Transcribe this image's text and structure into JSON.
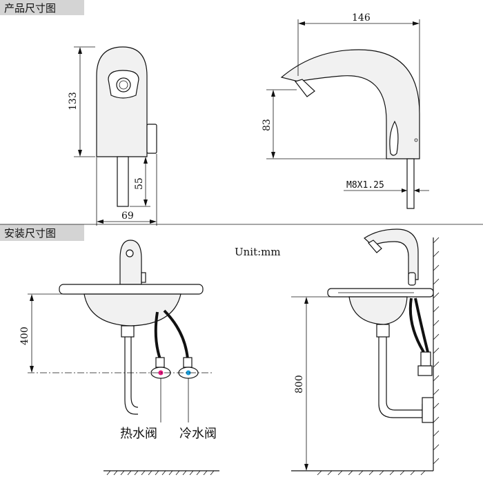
{
  "sections": {
    "product_dimensions": "产品尺寸图",
    "installation_dimensions": "安装尺寸图"
  },
  "dimensions": {
    "height_total": "133",
    "depth": "69",
    "shank_length": "55",
    "spout_reach": "146",
    "spout_height": "83",
    "thread": "M8X1.25",
    "basin_to_valve": "400",
    "floor_to_basin": "800"
  },
  "unit_label": "Unit:mm",
  "valves": {
    "hot": "热水阀",
    "cold": "冷水阀"
  },
  "colors": {
    "hot_marker": "#e0197d",
    "cold_marker": "#1a9bd7",
    "header_band": "#d4d4d4",
    "line": "#111111"
  }
}
